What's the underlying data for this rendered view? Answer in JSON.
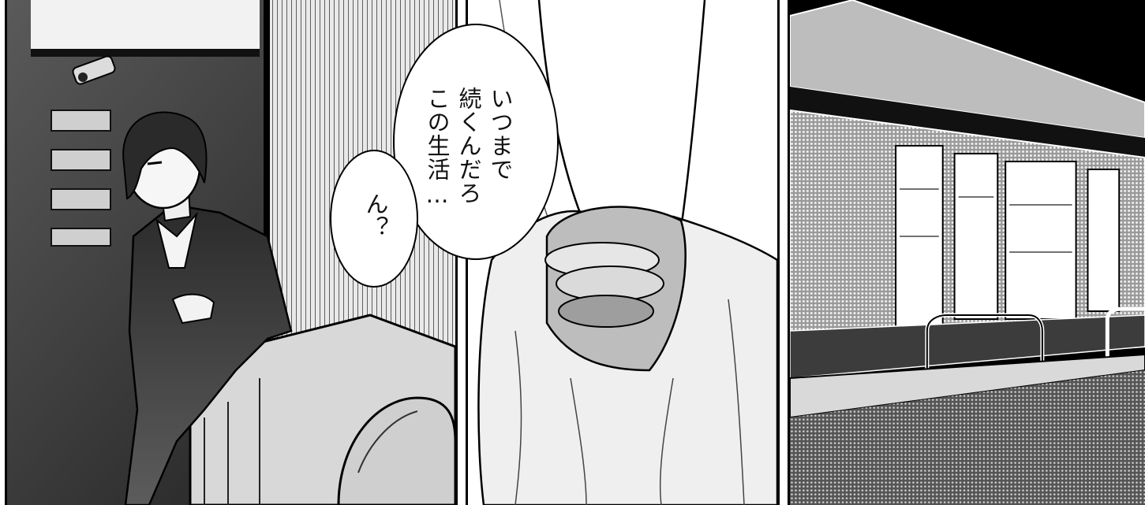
{
  "speech": {
    "main_lines": [
      "いつまで",
      "続くんだろ",
      "この生活…"
    ],
    "small_text": "ん？"
  },
  "colors": {
    "ink": "#000000",
    "paper": "#ffffff",
    "mid_gray": "#8a8a8a",
    "dark_gray": "#3a3a3a"
  }
}
